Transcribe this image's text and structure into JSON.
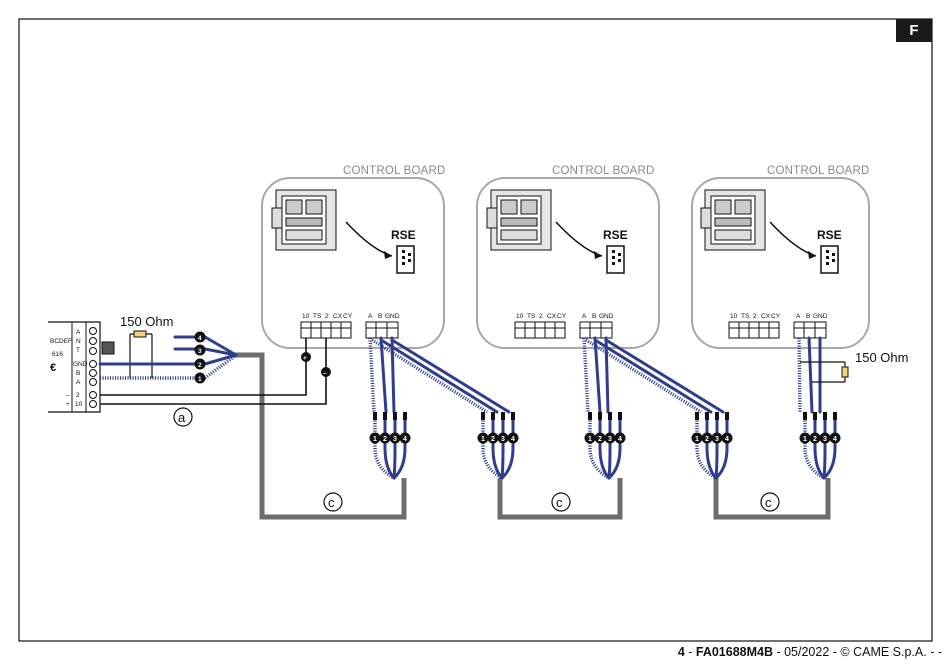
{
  "page_badge": "F",
  "control_boards": [
    {
      "label": "CONTROL BOARD",
      "connector": "RSE",
      "terminals_left": [
        "10",
        "TS",
        "2",
        "CX",
        "CY"
      ],
      "terminals_right": [
        "A",
        "B",
        "GND"
      ]
    },
    {
      "label": "CONTROL BOARD",
      "connector": "RSE",
      "terminals_left": [
        "10",
        "TS",
        "2",
        "CX",
        "CY"
      ],
      "terminals_right": [
        "A",
        "B",
        "GND"
      ]
    },
    {
      "label": "CONTROL BOARD",
      "connector": "RSE",
      "terminals_left": [
        "10",
        "TS",
        "2",
        "CX",
        "CY"
      ],
      "terminals_right": [
        "A",
        "B",
        "GND"
      ]
    }
  ],
  "resistor_labels": [
    "150 Ohm",
    "150 Ohm"
  ],
  "device": {
    "model_partial": "BCDEF",
    "terminal_labels": [
      "A",
      "N",
      "T",
      "GND",
      "B",
      "A",
      "2",
      "10"
    ],
    "signs": [
      "–",
      "+"
    ]
  },
  "polarity": [
    "+",
    "–"
  ],
  "wire_numbers": [
    "1",
    "2",
    "3",
    "4"
  ],
  "callouts": {
    "a": "a",
    "c": "c"
  },
  "footer": {
    "page_number": "4",
    "sep1": " - ",
    "doc_code": "FA01688M4B",
    "rest": " - 05/2022 - © CAME S.p.A. - -"
  }
}
